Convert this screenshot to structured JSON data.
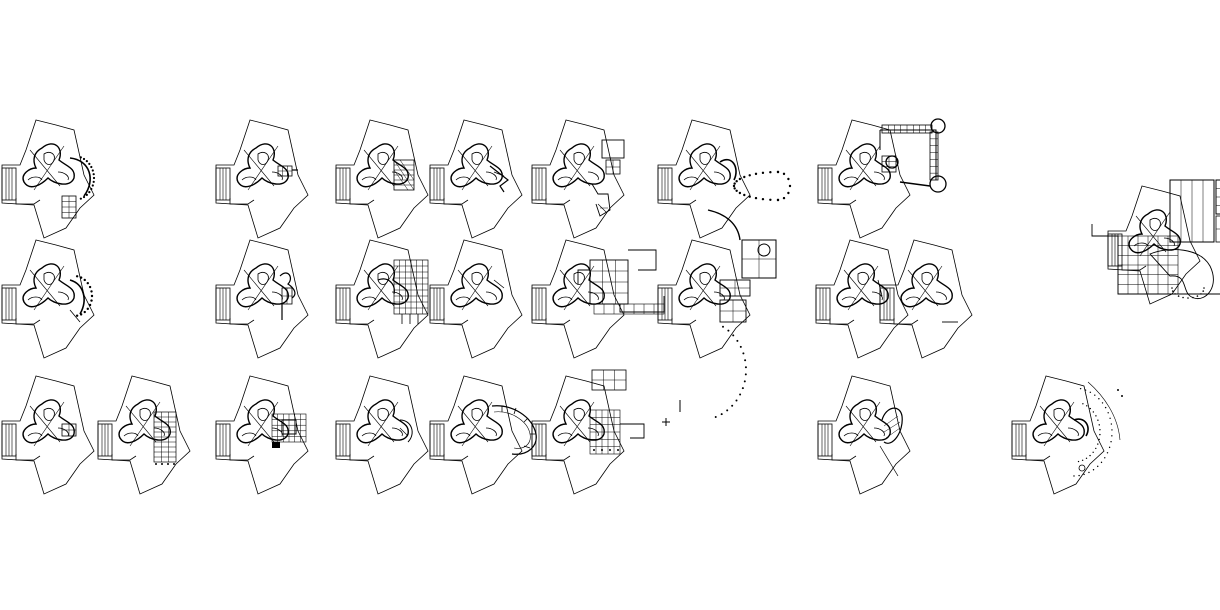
{
  "drawing": {
    "line_color": "#000000",
    "background": "#ffffff"
  },
  "plans": [
    {
      "id": 1,
      "variant": "dotted-crescent"
    },
    {
      "id": 2,
      "variant": "small-grid"
    },
    {
      "id": 3,
      "variant": "hatched-box"
    },
    {
      "id": 4,
      "variant": "arrow-wedge"
    },
    {
      "id": 5,
      "variant": "boxes-chain"
    },
    {
      "id": 6,
      "variant": "dotted-oval"
    },
    {
      "id": 7,
      "variant": "castle"
    },
    {
      "id": 8,
      "variant": "campus"
    },
    {
      "id": 9,
      "variant": "dotted-arc"
    },
    {
      "id": 10,
      "variant": "wavy-stub"
    },
    {
      "id": 11,
      "variant": "column-grid"
    },
    {
      "id": 12,
      "variant": "plain"
    },
    {
      "id": 13,
      "variant": "complex-block"
    },
    {
      "id": 14,
      "variant": "linked-chain"
    },
    {
      "id": 15,
      "variant": "double"
    },
    {
      "id": 16,
      "variant": "small-box"
    },
    {
      "id": 17,
      "variant": "rotated-grid"
    },
    {
      "id": 18,
      "variant": "courtyard"
    },
    {
      "id": 19,
      "variant": "circle-stub"
    },
    {
      "id": 20,
      "variant": "segmented-arc"
    },
    {
      "id": 21,
      "variant": "grid-block"
    },
    {
      "id": 22,
      "variant": "leaf"
    },
    {
      "id": 23,
      "variant": "dotted-rings"
    }
  ]
}
